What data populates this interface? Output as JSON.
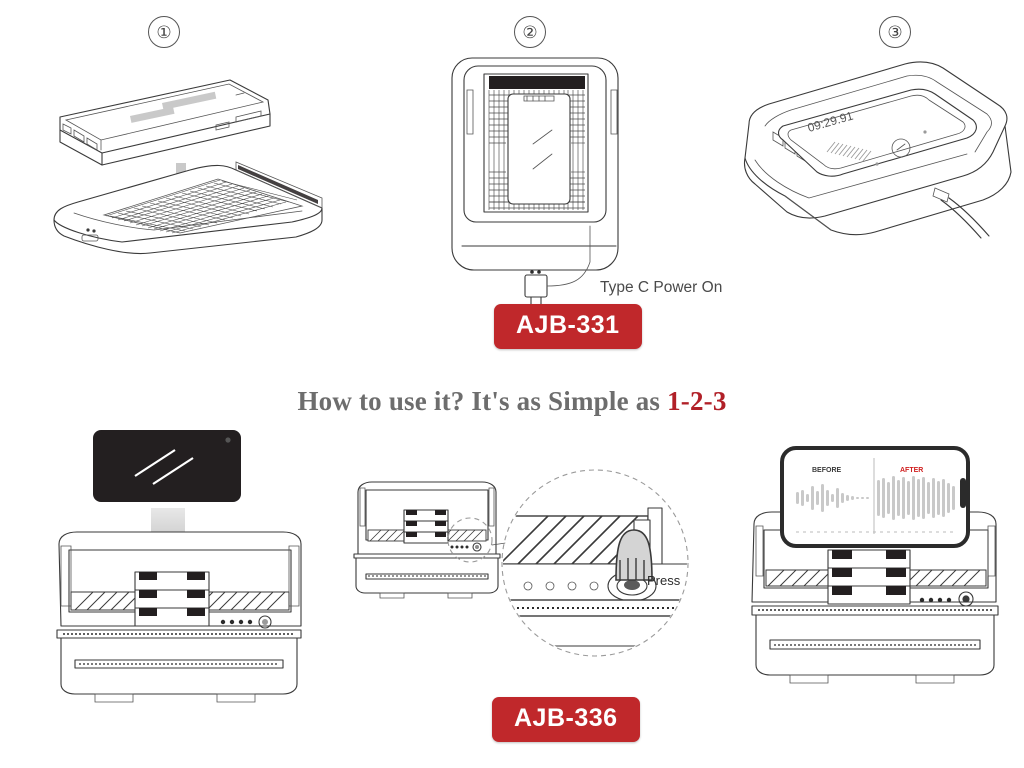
{
  "headline": {
    "text_main": "How to use it? It's as Simple as ",
    "text_accent": "1-2-3"
  },
  "steps": [
    {
      "number": "①",
      "name": "insert-phone-into-tray"
    },
    {
      "number": "②",
      "name": "phone-seated-top-view"
    },
    {
      "number": "③",
      "name": "connect-power-and-run"
    }
  ],
  "badges": {
    "top": "AJB-331",
    "bottom": "AJB-336"
  },
  "labels": {
    "type_c_power_on": "Type C Power On",
    "press": "Press"
  },
  "panel_top_right": {
    "phone_screen_timer": "09:29.91"
  },
  "panel_bottom_right": {
    "screen_label_before": "BEFORE",
    "screen_label_after": "AFTER"
  },
  "colors": {
    "badge_red": "#C0282B",
    "accent_red": "#B12028",
    "headline_gray": "#6D6D6D",
    "line_art": "#3A3A3A",
    "arrow_gray": "#C9C9C9",
    "phone_dark": "#231F20"
  }
}
